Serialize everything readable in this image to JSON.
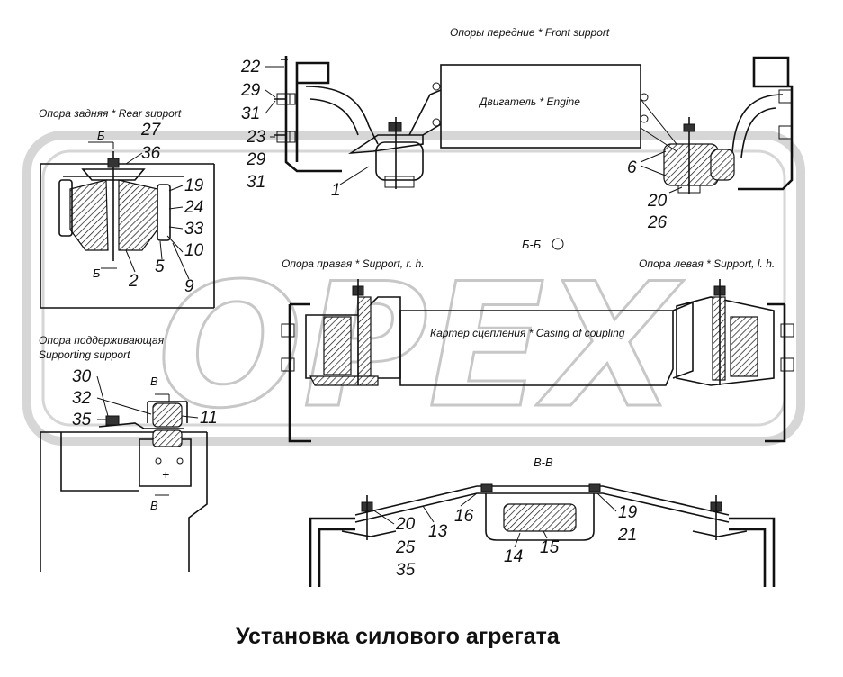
{
  "title": "Установка силового агрегата",
  "watermark": "OPEX",
  "sections": {
    "front_support": "Опоры передние  *  Front support",
    "engine": "Двигатель  *  Engine",
    "rear_support": "Опора задняя  *  Rear support",
    "section_bb": "Б-Б",
    "right_support": "Опора правая  *  Support, r. h.",
    "left_support": "Опора левая  *  Support, l. h.",
    "coupling_casing": "Картер сцепления  *  Casing of coupling",
    "supporting_support_ru": "Опора поддерживающая",
    "supporting_support_en": "Supporting support",
    "section_vv": "В-В"
  },
  "cut_marks": {
    "b_top": "Б",
    "b_bottom": "Б",
    "v_top": "В",
    "v_bottom": "В"
  },
  "callouts": {
    "front_left": [
      "22",
      "29",
      "31",
      "23",
      "29",
      "31",
      "1"
    ],
    "front_right": [
      "6",
      "20",
      "26"
    ],
    "rear": [
      "27",
      "36",
      "19",
      "24",
      "33",
      "10",
      "5",
      "9",
      "2"
    ],
    "supporting": [
      "30",
      "32",
      "35",
      "11"
    ],
    "section_vv": [
      "20",
      "25",
      "35",
      "13",
      "16",
      "14",
      "15",
      "19",
      "21"
    ]
  },
  "colors": {
    "ink": "#111111",
    "watermark": "#9a9a9a",
    "background": "#ffffff"
  }
}
